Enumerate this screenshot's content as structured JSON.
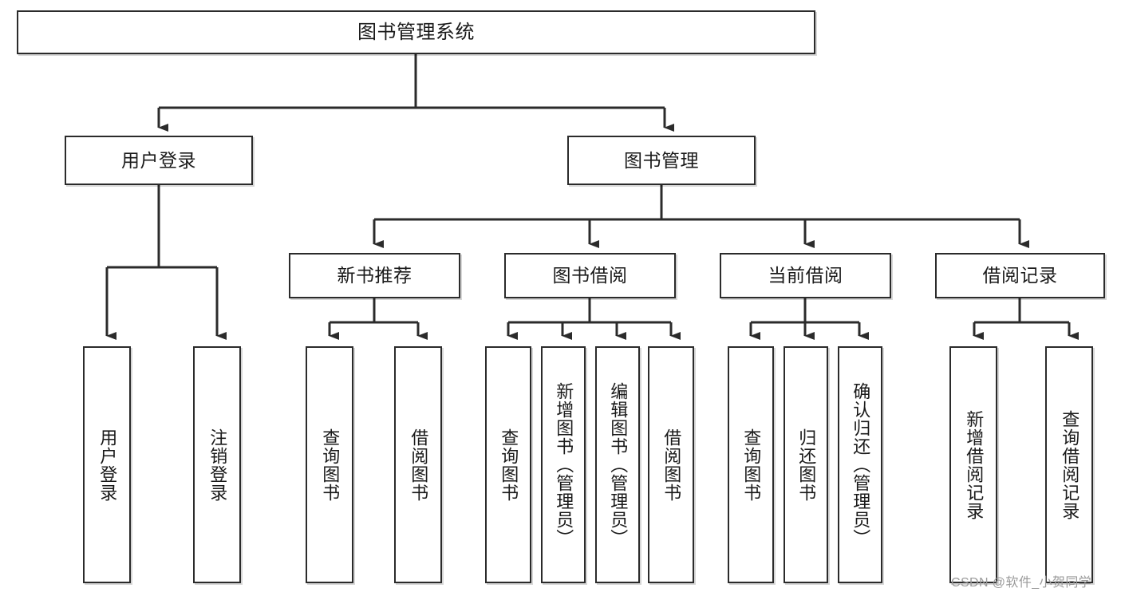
{
  "diagram": {
    "type": "tree",
    "title": "图书管理系统",
    "watermark": "CSDN @软件_小贺同学",
    "root": {
      "label": "图书管理系统"
    },
    "level2": [
      {
        "label": "用户登录"
      },
      {
        "label": "图书管理"
      }
    ],
    "level3": [
      {
        "label": "新书推荐"
      },
      {
        "label": "图书借阅"
      },
      {
        "label": "当前借阅"
      },
      {
        "label": "借阅记录"
      }
    ],
    "leaves": [
      {
        "label": "用户登录"
      },
      {
        "label": "注销登录"
      },
      {
        "label": "查询图书"
      },
      {
        "label": "借阅图书"
      },
      {
        "label": "查询图书"
      },
      {
        "label": "新增图书（管理员）"
      },
      {
        "label": "编辑图书（管理员）"
      },
      {
        "label": "借阅图书"
      },
      {
        "label": "查询图书"
      },
      {
        "label": "归还图书"
      },
      {
        "label": "确认归还（管理员）"
      },
      {
        "label": "新增借阅记录"
      },
      {
        "label": "查询借阅记录"
      }
    ],
    "colors": {
      "stroke": "#2b2b2b",
      "fill": "#ffffff",
      "text": "#1a1a1a",
      "watermark": "#9a9a9a"
    }
  }
}
